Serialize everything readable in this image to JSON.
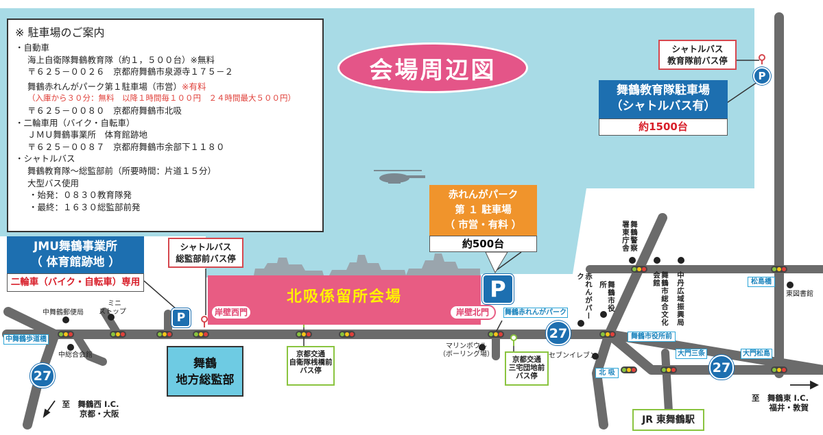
{
  "map": {
    "title": "会場周辺図",
    "colors": {
      "sea": "#a8dbe6",
      "road": "#6b6b6b",
      "venue": "#e85c83",
      "parking_blue": "#1d6fb0",
      "orange": "#f0942c",
      "title_pink": "#e45588",
      "green_border": "#8ac43f"
    }
  },
  "info_panel": {
    "heading": "※ 駐車場のご案内",
    "car_heading": "・自動車",
    "car_1_line_1": "海上自衛隊舞鶴教育隊（約１，５００台）※無料",
    "car_1_line_2": "〒６２５－００２６　京都府舞鶴市泉源寺１７５－２",
    "car_2_line_1a": "舞鶴赤れんがパーク第１駐車場（市営）",
    "car_2_line_1b": "※有料",
    "car_2_line_2": "（入庫から３０分：無料　以降１時間毎１００円　２４時間最大５００円）",
    "car_2_line_3": "〒６２５－００８０　京都府舞鶴市北吸",
    "bike_heading": "・二輪車用（バイク・自転車）",
    "bike_line_1": "ＪＭＵ舞鶴事業所　体育館跡地",
    "bike_line_2": "〒６２５－００８７　京都府舞鶴市余部下１１８０",
    "shuttle_heading": "・シャトルバス",
    "shuttle_line_1": "舞鶴教育隊～総監部前（所要時間：片道１５分）",
    "shuttle_line_2": "大型バス使用",
    "shuttle_line_3": "・始発：０８３０教育隊発",
    "shuttle_line_4": "・最終：１６３０総監部前発"
  },
  "jmu": {
    "line_1": "JMU舞鶴事業所",
    "line_2": "（ 体育館跡地 ）",
    "note": "二輪車（バイク・自転車）専用"
  },
  "edu_parking": {
    "line_1": "舞鶴教育隊駐車場",
    "line_2": "（シャトルバス有）",
    "capacity": "約1500台"
  },
  "shuttle_stop_edu": {
    "line_1": "シャトルバス",
    "line_2": "教育隊前バス停"
  },
  "shuttle_stop_sokan": {
    "line_1": "シャトルバス",
    "line_2": "総監部前バス停"
  },
  "akarenga_parking": {
    "line_1": "赤れんがパーク",
    "line_2": "第 １ 駐車場",
    "line_3": "（ 市営・有料 ）",
    "capacity": "約500台"
  },
  "venue": {
    "name": "北吸係留所会場",
    "gate_west": "岸壁西門",
    "gate_north": "岸壁北門"
  },
  "parking_mark": "P",
  "sokan": {
    "line_1": "舞鶴",
    "line_2": "地方総監部"
  },
  "bus_stop_1": {
    "line_1": "京都交通",
    "line_2": "自衛隊桟橋前",
    "line_3": "バス停"
  },
  "bus_stop_2": {
    "line_1": "京都交通",
    "line_2": "三宅団地前",
    "line_3": "バス停"
  },
  "jr_station": "JR 東舞鶴駅",
  "intersections": {
    "hodokyo": "中舞鶴歩道橋",
    "akarenga": "舞鶴赤れんがパーク",
    "city_hall": "舞鶴市役所前",
    "matsushima": "松島橋",
    "kitasui": "北 吸",
    "omon3": "大門三条",
    "omon_matsu": "大門松島"
  },
  "landmarks": {
    "post_office": "中舞鶴郵便局",
    "mini_stop_1": "ミニ",
    "mini_stop_2": "ストップ",
    "general_office": "中総合会館",
    "marine_bowl_1": "マリンボウル",
    "marine_bowl_2": "（ボーリング場）",
    "seven_eleven": "セブンイレブン",
    "library": "東図書館",
    "police": "舞鶴警察署東庁舎",
    "akarenga_park": "赤れんがパーク",
    "city_hall": "舞鶴市役所",
    "culture_hall": "舞鶴市総合文化会館",
    "kotobuki": "中丹広域振興局"
  },
  "route_number": "27",
  "directions": {
    "west_1": "至　舞鶴西 I.C.",
    "west_2": "京都・大阪",
    "east_1": "至　舞鶴東 I.C.",
    "east_2": "福井・敦賀"
  }
}
